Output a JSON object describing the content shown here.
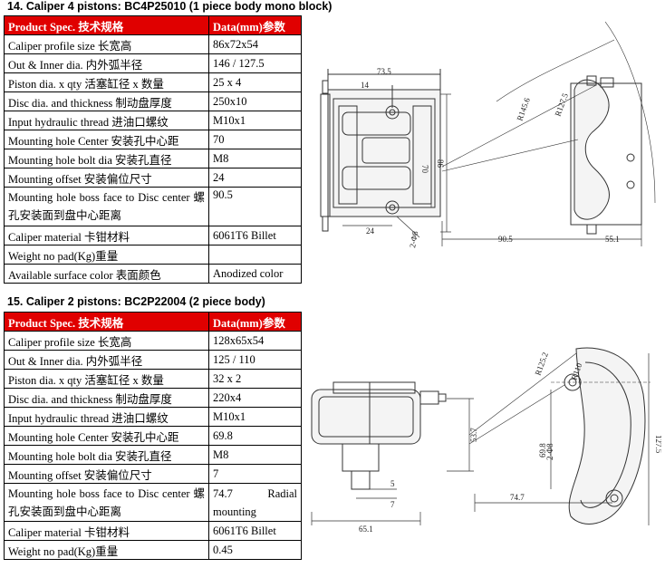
{
  "section14": {
    "title": "14. Caliper 4 pistons: BC4P25010 (1 piece body mono block)",
    "header": [
      "Product Spec. 技术规格",
      "Data(mm)参数"
    ],
    "rows": [
      [
        "Caliper profile size  长宽高",
        "86x72x54"
      ],
      [
        "Out & Inner dia.  内外弧半径",
        "146 / 127.5"
      ],
      [
        "Piston dia. x qty 活塞缸径 x 数量",
        "25 x 4"
      ],
      [
        "Disc dia. and thickness 制动盘厚度",
        "250x10"
      ],
      [
        "Input hydraulic thread 进油口螺纹",
        "M10x1"
      ],
      [
        "Mounting hole Center 安装孔中心距",
        "70"
      ],
      [
        "Mounting hole bolt dia 安装孔直径",
        "M8"
      ],
      [
        "Mounting offset 安装偏位尺寸",
        "24"
      ],
      [
        "Mounting hole boss face to Disc center 螺孔安装面到盘中心距离",
        "90.5"
      ],
      [
        "Caliper material 卡钳材料",
        "6061T6 Billet"
      ],
      [
        "Weight no pad(Kg)重量",
        ""
      ],
      [
        "Available surface color 表面颜色",
        "Anodized color"
      ]
    ],
    "dims": {
      "d1": "73.5",
      "d2": "14",
      "d3": "70",
      "d4": "86",
      "d5": "24",
      "d6": "2-Φ8",
      "d7": "R145.6",
      "d8": "R127.5",
      "d9": "90.5",
      "d10": "55.1"
    }
  },
  "section15": {
    "title": "15. Caliper 2 pistons: BC2P22004 (2 piece body)",
    "header": [
      "Product Spec. 技术规格",
      "Data(mm)参数"
    ],
    "rows": [
      [
        "Caliper profile size  长宽高",
        "128x65x54"
      ],
      [
        "Out & Inner dia.  内外弧半径",
        "125 / 110"
      ],
      [
        "Piston dia. x qty 活塞缸径 x 数量",
        "32 x 2"
      ],
      [
        "Disc dia. and thickness 制动盘厚度",
        "220x4"
      ],
      [
        "Input hydraulic thread 进油口螺纹",
        "M10x1"
      ],
      [
        "Mounting hole Center 安装孔中心距",
        "69.8"
      ],
      [
        "Mounting hole bolt dia 安装孔直径",
        "M8"
      ],
      [
        "Mounting offset 安装偏位尺寸",
        "7"
      ],
      [
        "Mounting hole boss face to Disc center 螺孔安装面到盘中心距离",
        "74.7"
      ],
      [
        "Caliper material 卡钳材料",
        "6061T6 Billet"
      ],
      [
        "Weight no pad(Kg)重量",
        "0.45"
      ]
    ],
    "radial_a": "74.7",
    "radial_b": "Radial",
    "radial_c": "mounting",
    "dims": {
      "d1": "53.7",
      "d2": "5",
      "d3": "7",
      "d4": "65.1",
      "d5": "R125.2",
      "d6": "R110",
      "d7": "2-Φ8",
      "d8": "69.8",
      "d9": "127.5",
      "d10": "74.7"
    }
  }
}
